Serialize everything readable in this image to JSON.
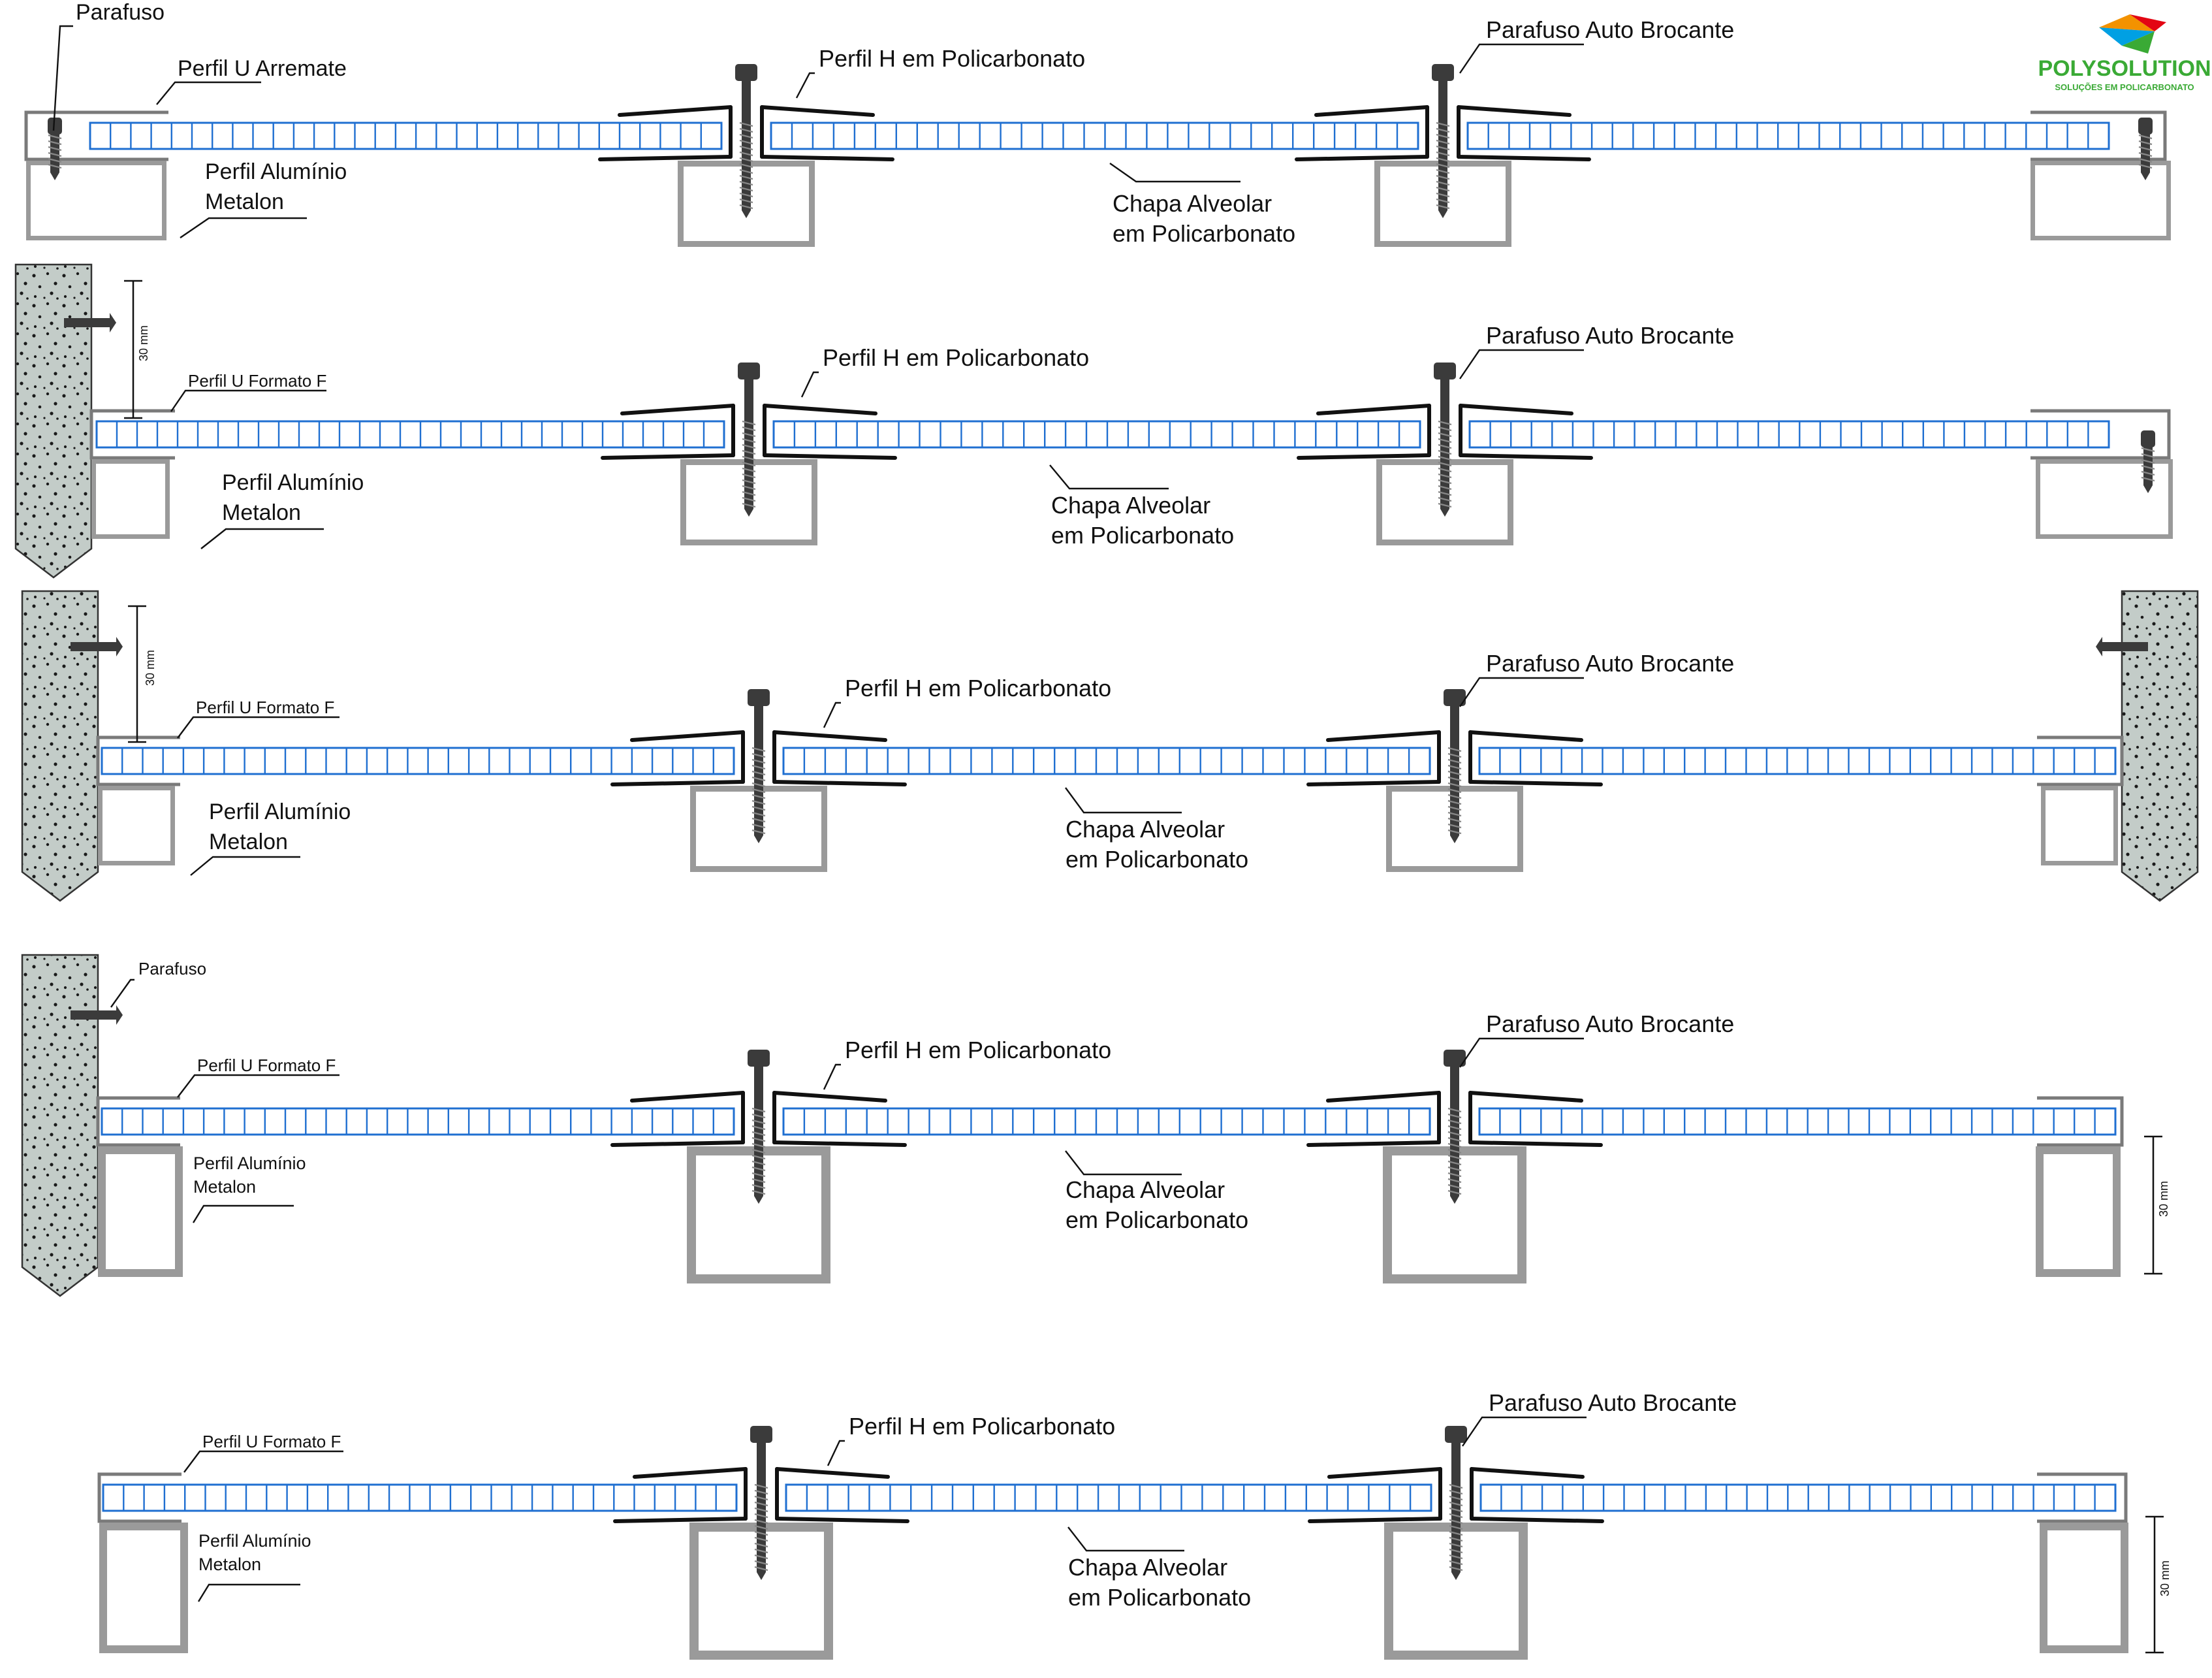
{
  "logo": {
    "brand": "POLYSOLUTION",
    "tagline": "SOLUÇÕES EM POLICARBONATO",
    "colors": {
      "text": "#3aaa35",
      "orange": "#f39200",
      "red": "#e30613",
      "blue": "#00a0e3",
      "green": "#3aaa35"
    }
  },
  "colors": {
    "sheet": "#1f6fd1",
    "concrete": "#c3ccc8",
    "metalon": "#9a9a9a",
    "profile": "#7a7a7a",
    "hprofile": "#111111",
    "screw": "#3b3b3b"
  },
  "panels": [
    {
      "labels": {
        "parafuso": "Parafuso",
        "perfil_u": "Perfil U Arremate",
        "perfil_h": "Perfil H em Policarbonato",
        "auto_brocante": "Parafuso Auto Brocante",
        "aluminio_1": "Perfil Alumínio",
        "aluminio_2": "Metalon",
        "chapa_1": "Chapa Alveolar",
        "chapa_2": "em Policarbonato"
      }
    },
    {
      "labels": {
        "perfil_u": "Perfil U Formato F",
        "perfil_h": "Perfil H em Policarbonato",
        "auto_brocante": "Parafuso Auto Brocante",
        "aluminio_1": "Perfil Alumínio",
        "aluminio_2": "Metalon",
        "chapa_1": "Chapa Alveolar",
        "chapa_2": "em Policarbonato",
        "dim": "30 mm"
      }
    },
    {
      "labels": {
        "perfil_u": "Perfil U Formato F",
        "perfil_h": "Perfil H em Policarbonato",
        "auto_brocante": "Parafuso Auto Brocante",
        "aluminio_1": "Perfil Alumínio",
        "aluminio_2": "Metalon",
        "chapa_1": "Chapa Alveolar",
        "chapa_2": "em Policarbonato",
        "dim": "30 mm"
      }
    },
    {
      "labels": {
        "parafuso": "Parafuso",
        "perfil_u": "Perfil U Formato F",
        "perfil_h": "Perfil H em Policarbonato",
        "auto_brocante": "Parafuso Auto Brocante",
        "aluminio_1": "Perfil Alumínio",
        "aluminio_2": "Metalon",
        "chapa_1": "Chapa Alveolar",
        "chapa_2": "em Policarbonato",
        "dim": "30 mm"
      }
    },
    {
      "labels": {
        "perfil_u": "Perfil U Formato F",
        "perfil_h": "Perfil H em Policarbonato",
        "auto_brocante": "Parafuso Auto Brocante",
        "aluminio_1": "Perfil Alumínio",
        "aluminio_2": "Metalon",
        "chapa_1": "Chapa Alveolar",
        "chapa_2": "em Policarbonato",
        "dim": "30 mm"
      }
    }
  ]
}
